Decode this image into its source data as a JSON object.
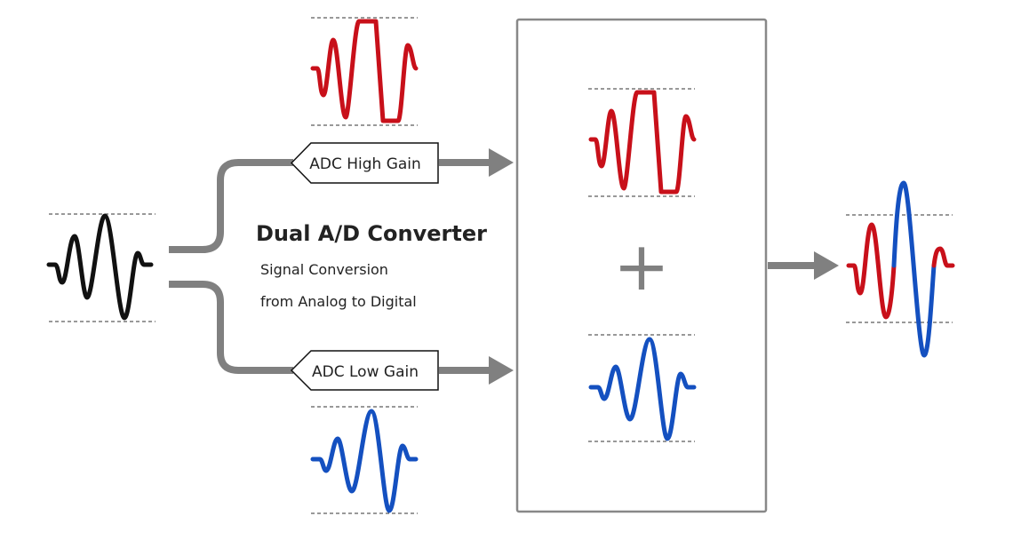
{
  "title": "Dual A/D Converter",
  "subtitle_line1": "Signal Conversion",
  "subtitle_line2": "from Analog to Digital",
  "labels": {
    "high_gain": "ADC High Gain",
    "low_gain": "ADC Low Gain"
  },
  "plus_symbol": "+",
  "colors": {
    "input_signal": "#111111",
    "high_gain_signal": "#c8101a",
    "low_gain_signal": "#1450c0",
    "connector": "#808080",
    "box_border": "#888888"
  }
}
